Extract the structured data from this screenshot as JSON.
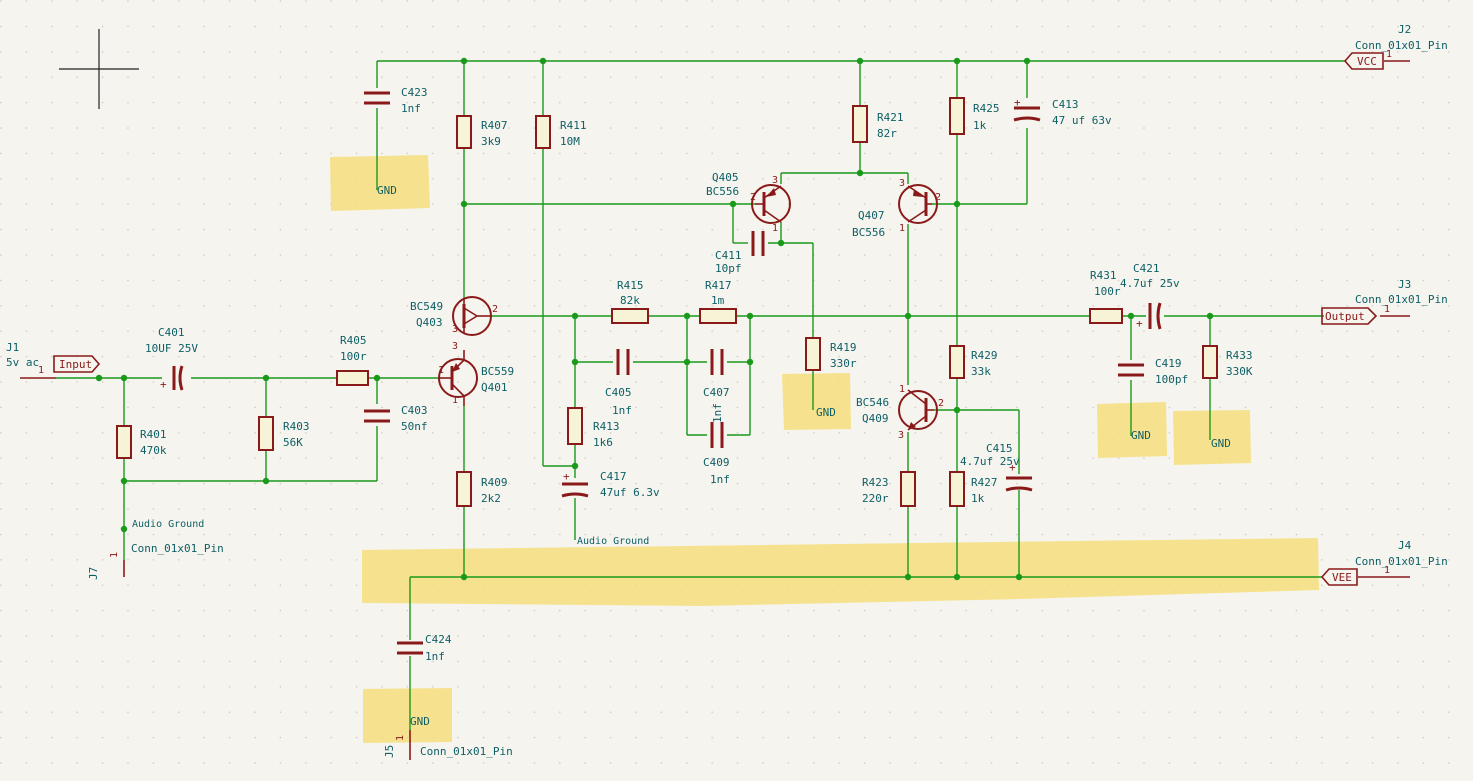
{
  "highlights": [
    "gnd-c423",
    "gnd-r419",
    "gnd-c419",
    "gnd-r433",
    "vee-rail",
    "gnd-c424"
  ],
  "connectors": {
    "J1": {
      "ref": "J1",
      "value": "5v ac",
      "label": "Input",
      "pin": "1"
    },
    "J2": {
      "ref": "J2",
      "value": "Conn_01x01_Pin",
      "label": "VCC",
      "pin": "1"
    },
    "J3": {
      "ref": "J3",
      "value": "Conn_01x01_Pin",
      "label": "Output",
      "pin": "1"
    },
    "J4": {
      "ref": "J4",
      "value": "Conn_01x01_Pin",
      "label": "VEE",
      "pin": "1"
    },
    "J5": {
      "ref": "J5",
      "value": "Conn_01x01_Pin",
      "label": "GND",
      "pin": "1"
    },
    "J7": {
      "ref": "J7",
      "value": "Conn_01x01_Pin",
      "label": "Audio Ground",
      "pin": "1"
    }
  },
  "resistors": {
    "R401": {
      "ref": "R401",
      "value": "470k"
    },
    "R403": {
      "ref": "R403",
      "value": "56K"
    },
    "R405": {
      "ref": "R405",
      "value": "100r"
    },
    "R407": {
      "ref": "R407",
      "value": "3k9"
    },
    "R409": {
      "ref": "R409",
      "value": "2k2"
    },
    "R411": {
      "ref": "R411",
      "value": "10M"
    },
    "R413": {
      "ref": "R413",
      "value": "1k6"
    },
    "R415": {
      "ref": "R415",
      "value": "82k"
    },
    "R417": {
      "ref": "R417",
      "value": "1m"
    },
    "R419": {
      "ref": "R419",
      "value": "330r"
    },
    "R421": {
      "ref": "R421",
      "value": "82r"
    },
    "R423": {
      "ref": "R423",
      "value": "220r"
    },
    "R425": {
      "ref": "R425",
      "value": "1k"
    },
    "R427": {
      "ref": "R427",
      "value": "1k"
    },
    "R429": {
      "ref": "R429",
      "value": "33k"
    },
    "R431": {
      "ref": "R431",
      "value": "100r"
    },
    "R433": {
      "ref": "R433",
      "value": "330K"
    }
  },
  "capacitors": {
    "C401": {
      "ref": "C401",
      "value": "10UF 25V"
    },
    "C403": {
      "ref": "C403",
      "value": "50nf"
    },
    "C405": {
      "ref": "C405",
      "value": "1nf"
    },
    "C407": {
      "ref": "C407",
      "value": "1nf"
    },
    "C409": {
      "ref": "C409",
      "value": "1nf"
    },
    "C411": {
      "ref": "C411",
      "value": "10pf"
    },
    "C413": {
      "ref": "C413",
      "value": "47 uf 63v"
    },
    "C415": {
      "ref": "C415",
      "value": "4.7uf 25v"
    },
    "C417": {
      "ref": "C417",
      "value": "47uf 6.3v"
    },
    "C419": {
      "ref": "C419",
      "value": "100pf"
    },
    "C421": {
      "ref": "C421",
      "value": "4.7uf 25v"
    },
    "C423": {
      "ref": "C423",
      "value": "1nf"
    },
    "C424": {
      "ref": "C424",
      "value": "1nf"
    }
  },
  "transistors": {
    "Q401": {
      "ref": "Q401",
      "value": "BC559"
    },
    "Q403": {
      "ref": "Q403",
      "value": "BC549"
    },
    "Q405": {
      "ref": "Q405",
      "value": "BC556"
    },
    "Q407": {
      "ref": "Q407",
      "value": "BC556"
    },
    "Q409": {
      "ref": "Q409",
      "value": "BC546"
    }
  },
  "power_labels": {
    "gnd": "GND",
    "audio_ground": "Audio Ground"
  },
  "colors": {
    "wire": "#1a9a1a",
    "component": "#8a1a1a",
    "text": "#0e5f66",
    "highlight": "#f5dc6e",
    "background": "#f5f4ee"
  }
}
